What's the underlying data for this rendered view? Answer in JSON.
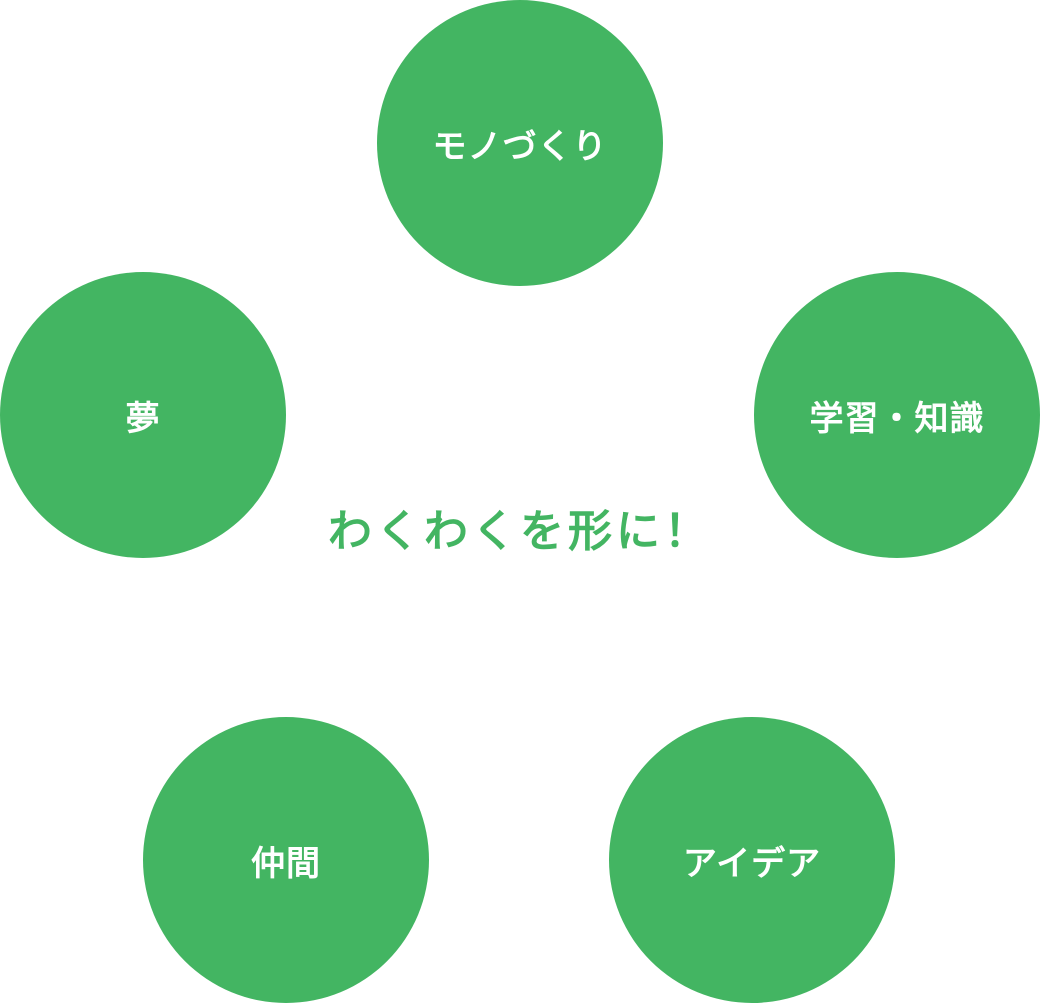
{
  "colors": {
    "circle_fill": "#43b562",
    "circle_text": "#ffffff",
    "slogan_text": "#43b562"
  },
  "diagram": {
    "center_text": "わくわくを形に！",
    "nodes": [
      {
        "id": "node-top",
        "label": "モノづくり"
      },
      {
        "id": "node-left",
        "label": "夢"
      },
      {
        "id": "node-right",
        "label": "学習・知識"
      },
      {
        "id": "node-bottom-left",
        "label": "仲間"
      },
      {
        "id": "node-bottom-right",
        "label": "アイデア"
      }
    ]
  }
}
